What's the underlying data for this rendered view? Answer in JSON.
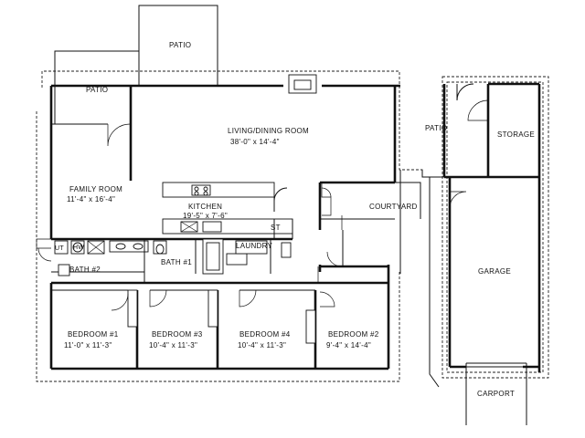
{
  "rooms": {
    "patio_top": "PATIO",
    "patio_left": "PATIO",
    "patio_right": "PATIO",
    "storage": "STORAGE",
    "living_name": "LIVING/DINING ROOM",
    "living_dim": "38'-0\" x 14'-4\"",
    "family_name": "FAMILY ROOM",
    "family_dim": "11'-4\" x 16'-4\"",
    "kitchen_name": "KITCHEN",
    "kitchen_dim": "19'-5\" x 7'-6\"",
    "st": "ST",
    "courtyard": "COURTYARD",
    "garage": "GARAGE",
    "ut": "UT",
    "hw": "HW",
    "laundry": "LAUNDRY",
    "bath1": "BATH #1",
    "bath2": "BATH #2",
    "bedroom1_name": "BEDROOM #1",
    "bedroom1_dim": "11'-0\" x 11'-3\"",
    "bedroom3_name": "BEDROOM #3",
    "bedroom3_dim": "10'-4\" x 11'-3\"",
    "bedroom4_name": "BEDROOM #4",
    "bedroom4_dim": "10'-4\" x 11'-3\"",
    "bedroom2_name": "BEDROOM #2",
    "bedroom2_dim": "9'-4\" x 14'-4\"",
    "carport": "CARPORT"
  }
}
